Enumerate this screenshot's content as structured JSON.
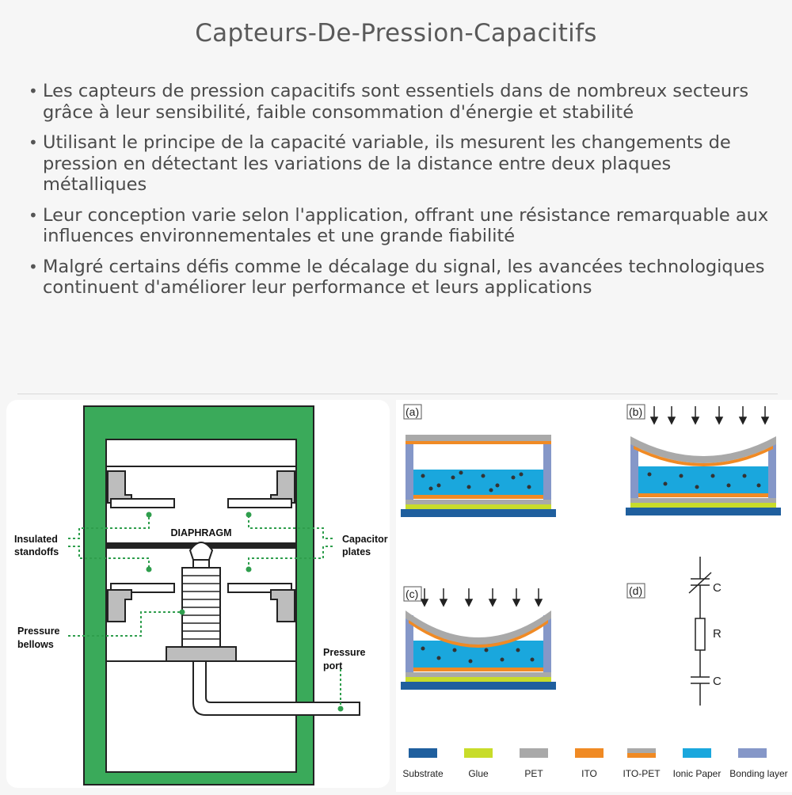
{
  "title": "Capteurs-De-Pression-Capacitifs",
  "bullets": [
    "Les capteurs de pression capacitifs sont essentiels dans de nombreux secteurs grâce à leur sensibilité, faible consommation d'énergie et stabilité",
    "Utilisant le principe de la capacité variable, ils mesurent les changements de pression en détectant les variations de la distance entre deux plaques métalliques",
    "Leur conception varie selon l'application, offrant une résistance remarquable aux influences environnementales et une grande fiabilité",
    "Malgré certains défis comme le décalage du signal, les avancées technologiques continuent d'améliorer leur performance et leurs applications"
  ],
  "left_diagram": {
    "diaphragm_label": "DIAPHRAGM",
    "insulated_standoffs": [
      "Insulated",
      "standoffs"
    ],
    "capacitor_plates": [
      "Capacitor",
      "plates"
    ],
    "pressure_bellows": [
      "Pressure",
      "bellows"
    ],
    "pressure_port": [
      "Pressure",
      "port"
    ],
    "colors": {
      "frame": "#3aaa5a",
      "dots": "#2f9e4d"
    }
  },
  "right_diagram": {
    "panel_a": "(a)",
    "panel_b": "(b)",
    "panel_c": "(c)",
    "panel_d": "(d)",
    "circuit": {
      "c_top": "C",
      "r": "R",
      "c_bottom": "C"
    },
    "legend": [
      {
        "label": "Substrate",
        "color": "#1f5f9e"
      },
      {
        "label": "Glue",
        "color": "#c8dc2a"
      },
      {
        "label": "PET",
        "color": "#a9a9a9"
      },
      {
        "label": "ITO",
        "color": "#f08a24"
      },
      {
        "label": "ITO-PET",
        "color": "#f08a24"
      },
      {
        "label": "Ionic Paper",
        "color": "#1aa7dd"
      },
      {
        "label": "Bonding layer",
        "color": "#8597c8"
      }
    ]
  }
}
